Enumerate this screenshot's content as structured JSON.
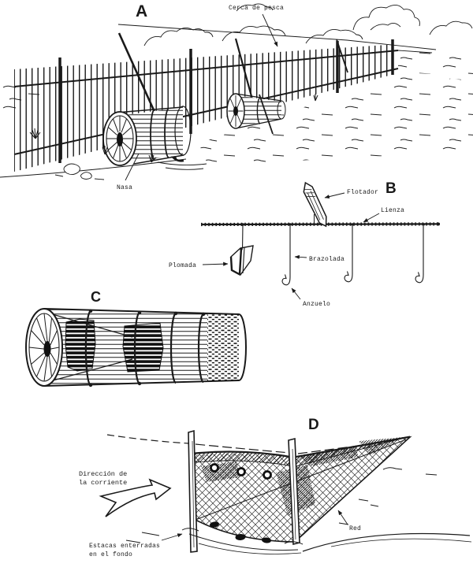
{
  "colors": {
    "ink": "#1a1a1a",
    "paper": "#ffffff"
  },
  "panel_a": {
    "letter": "A",
    "label_cerca": "Cerca de pesca",
    "label_nasa": "Nasa"
  },
  "panel_b": {
    "letter": "B",
    "label_flotador": "Flotador",
    "label_lienza": "Lienza",
    "label_plomada": "Plomada",
    "label_brazolada": "Brazolada",
    "label_anzuelo": "Anzuelo"
  },
  "panel_c": {
    "letter": "C"
  },
  "panel_d": {
    "letter": "D",
    "label_direccion_line1": "Dirección de",
    "label_direccion_line2": "la corriente",
    "label_red": "Red",
    "label_estacas_line1": "Estacas enterradas",
    "label_estacas_line2": "en el fondo"
  }
}
